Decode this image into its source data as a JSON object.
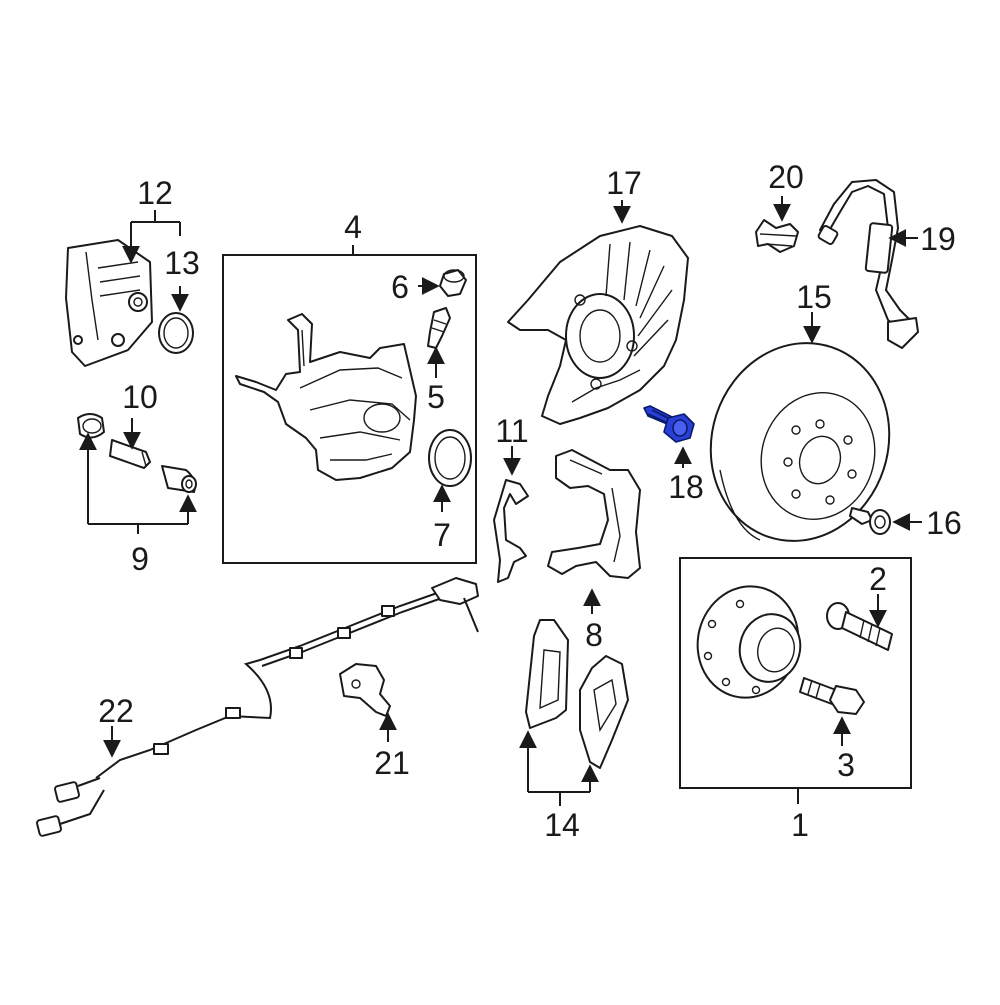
{
  "highlight_color": "#2a3fd6",
  "labels": {
    "l1": "1",
    "l2": "2",
    "l3": "3",
    "l4": "4",
    "l5": "5",
    "l6": "6",
    "l7": "7",
    "l8": "8",
    "l9": "9",
    "l10": "10",
    "l11": "11",
    "l12": "12",
    "l13": "13",
    "l14": "14",
    "l15": "15",
    "l16": "16",
    "l17": "17",
    "l18": "18",
    "l19": "19",
    "l20": "20",
    "l21": "21",
    "l22": "22"
  },
  "highlighted_part": "18"
}
